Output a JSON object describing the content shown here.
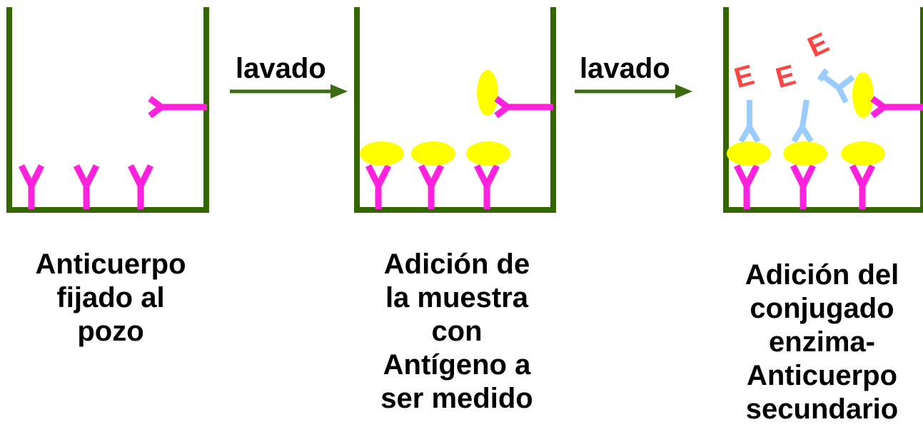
{
  "arrows": [
    {
      "label": "lavado"
    },
    {
      "label": "lavado"
    }
  ],
  "panels": [
    {
      "caption": [
        "Anticuerpo",
        "fijado al",
        "pozo"
      ]
    },
    {
      "caption": [
        "Adición de",
        "la muestra",
        "con",
        "Antígeno a",
        "ser medido"
      ]
    },
    {
      "caption": [
        "Adición del",
        "conjugado",
        "enzima-",
        "Anticuerpo",
        "secundario"
      ]
    }
  ],
  "enzyme_letter": "E",
  "colors": {
    "well": "#336600",
    "arrow": "#3d6b12",
    "primary_antibody": "#ff22dd",
    "antigen": "#ffff00",
    "secondary_antibody": "#99ccff",
    "enzyme": "#ff4444"
  }
}
